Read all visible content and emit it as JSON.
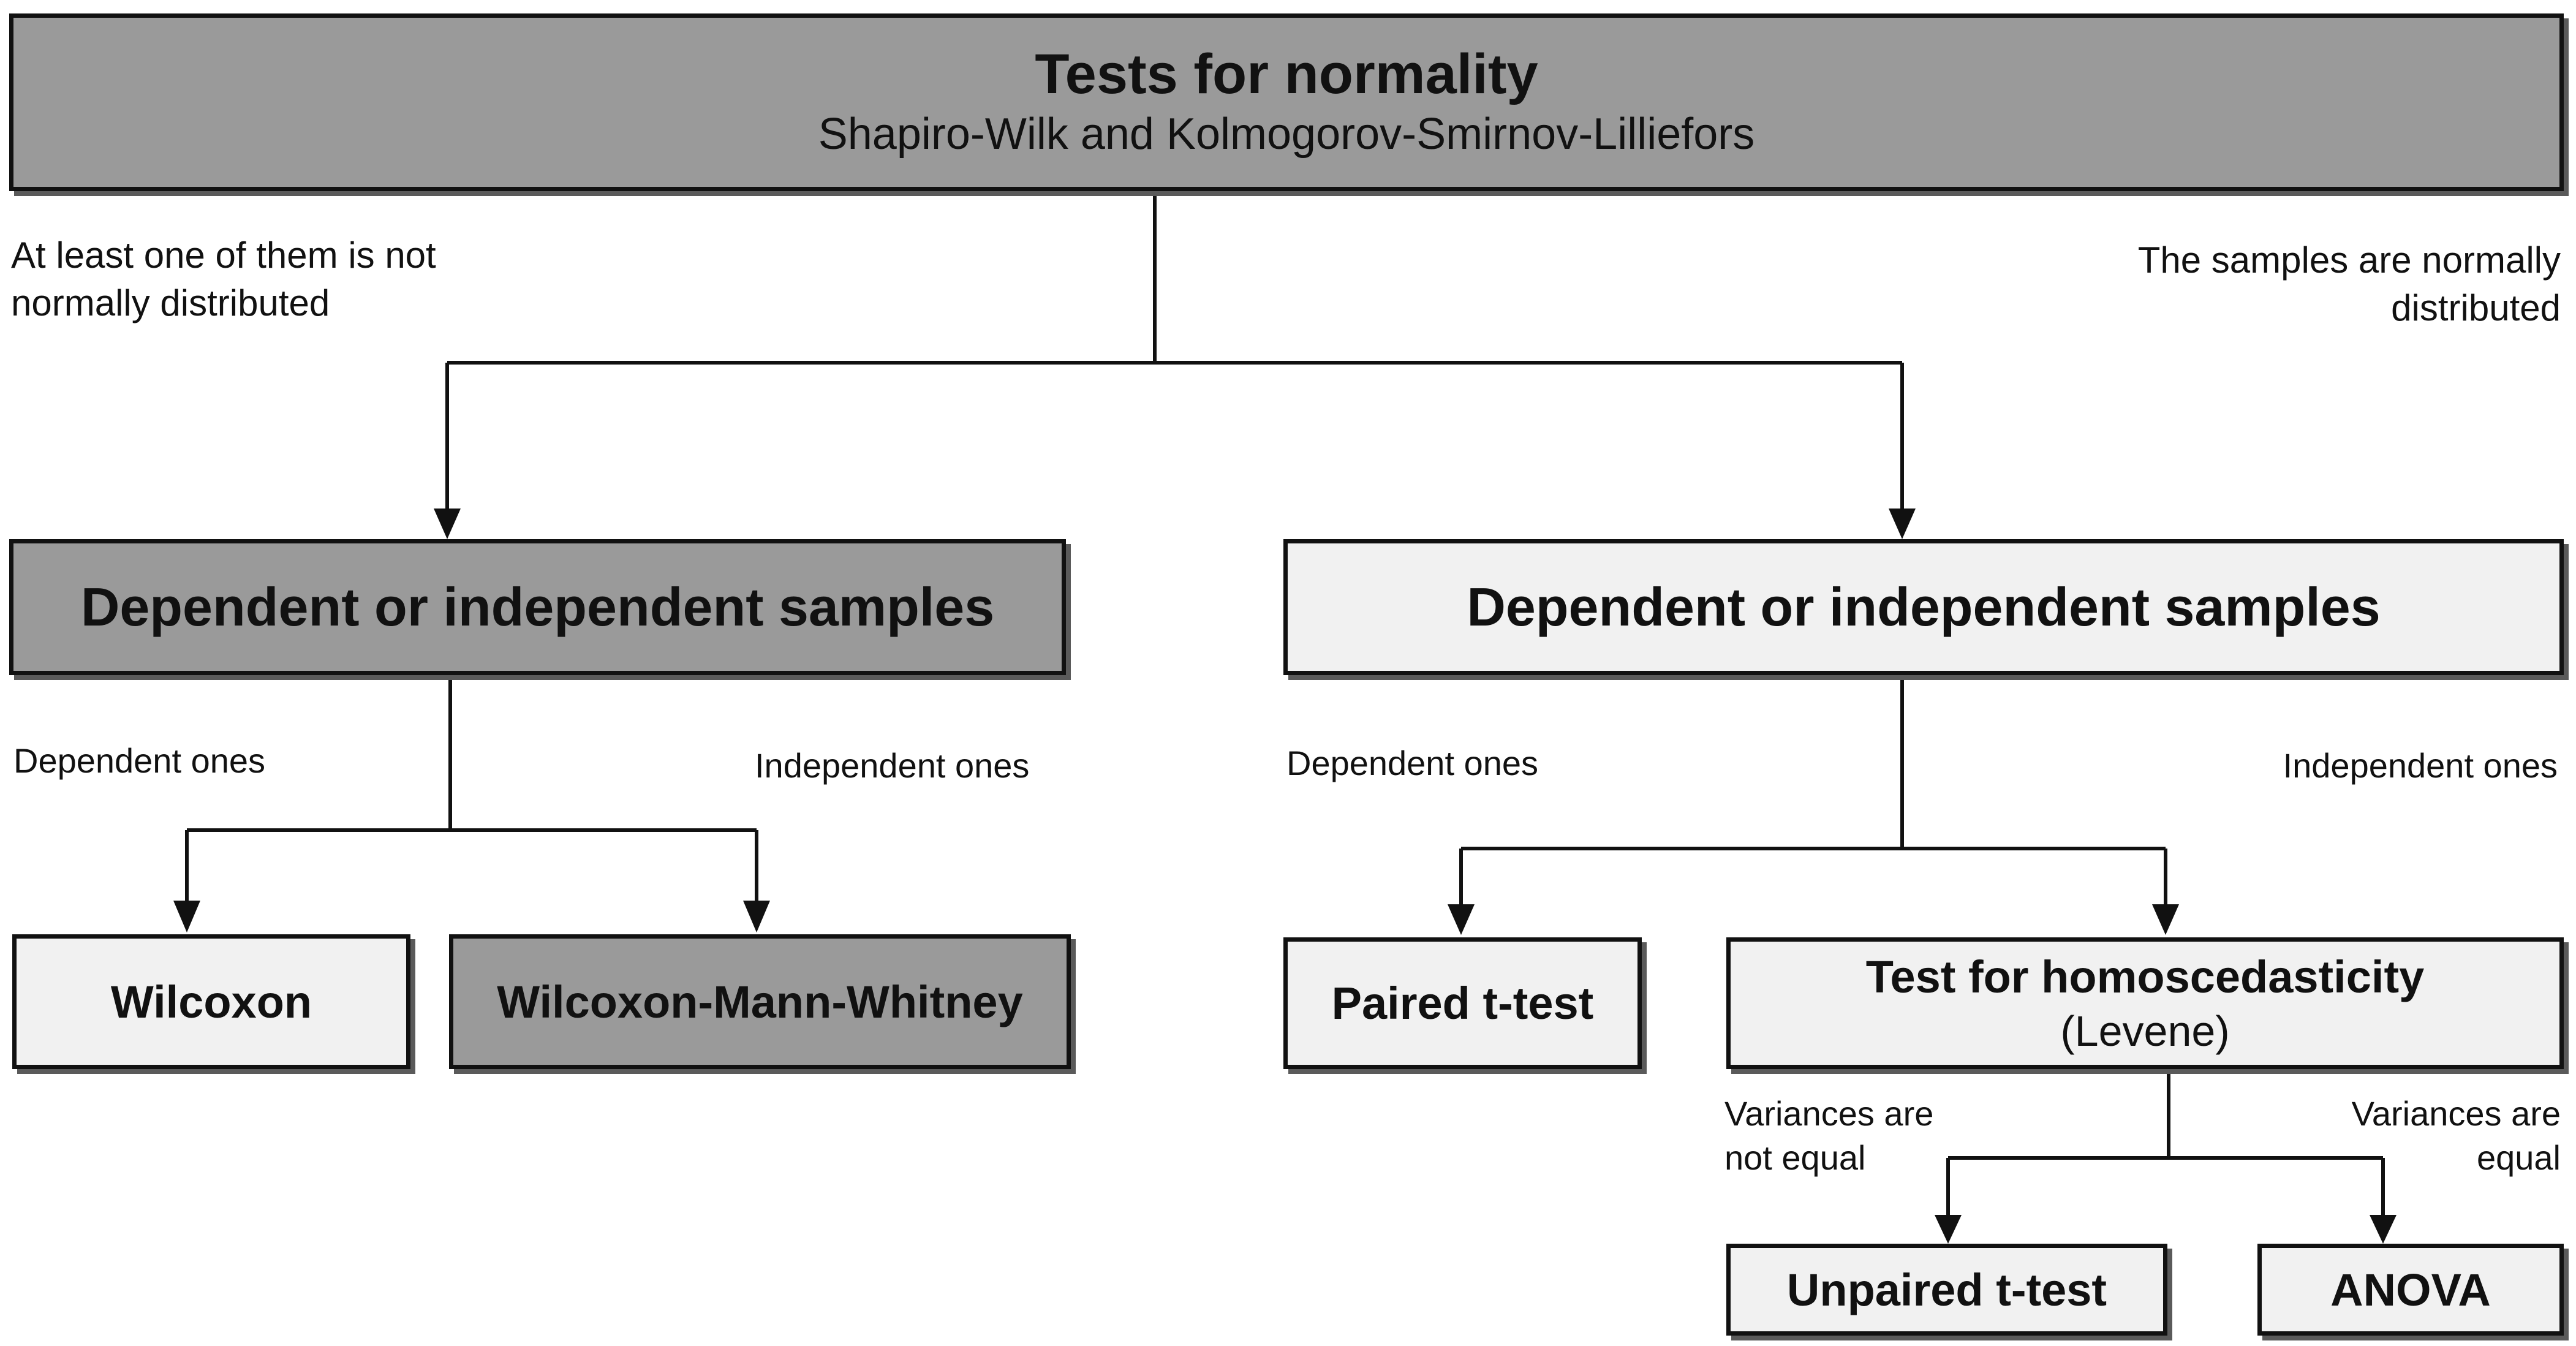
{
  "root": {
    "title": "Tests for normality",
    "subtitle": "Shapiro-Wilk and Kolmogorov-Smirnov-Lilliefors"
  },
  "branch_labels": {
    "not_normal": "At least one of them is not normally distributed",
    "normal": "The samples are normally distributed"
  },
  "left_branch": {
    "title": "Dependent or independent samples",
    "dependent_label": "Dependent ones",
    "independent_label": "Independent ones",
    "dependent_test": "Wilcoxon",
    "independent_test": "Wilcoxon-Mann-Whitney"
  },
  "right_branch": {
    "title": "Dependent or independent samples",
    "dependent_label": "Dependent ones",
    "independent_label": "Independent ones",
    "dependent_test": "Paired t-test",
    "homoscedasticity": {
      "title": "Test for homoscedasticity",
      "subtitle": "(Levene)",
      "not_equal_label": "Variances are not equal",
      "equal_label": "Variances are equal",
      "not_equal_test": "Unpaired t-test",
      "equal_test": "ANOVA"
    }
  },
  "colors": {
    "dark_box": "#9a9a9a",
    "light_box": "#f1f1f1",
    "line": "#111111"
  }
}
